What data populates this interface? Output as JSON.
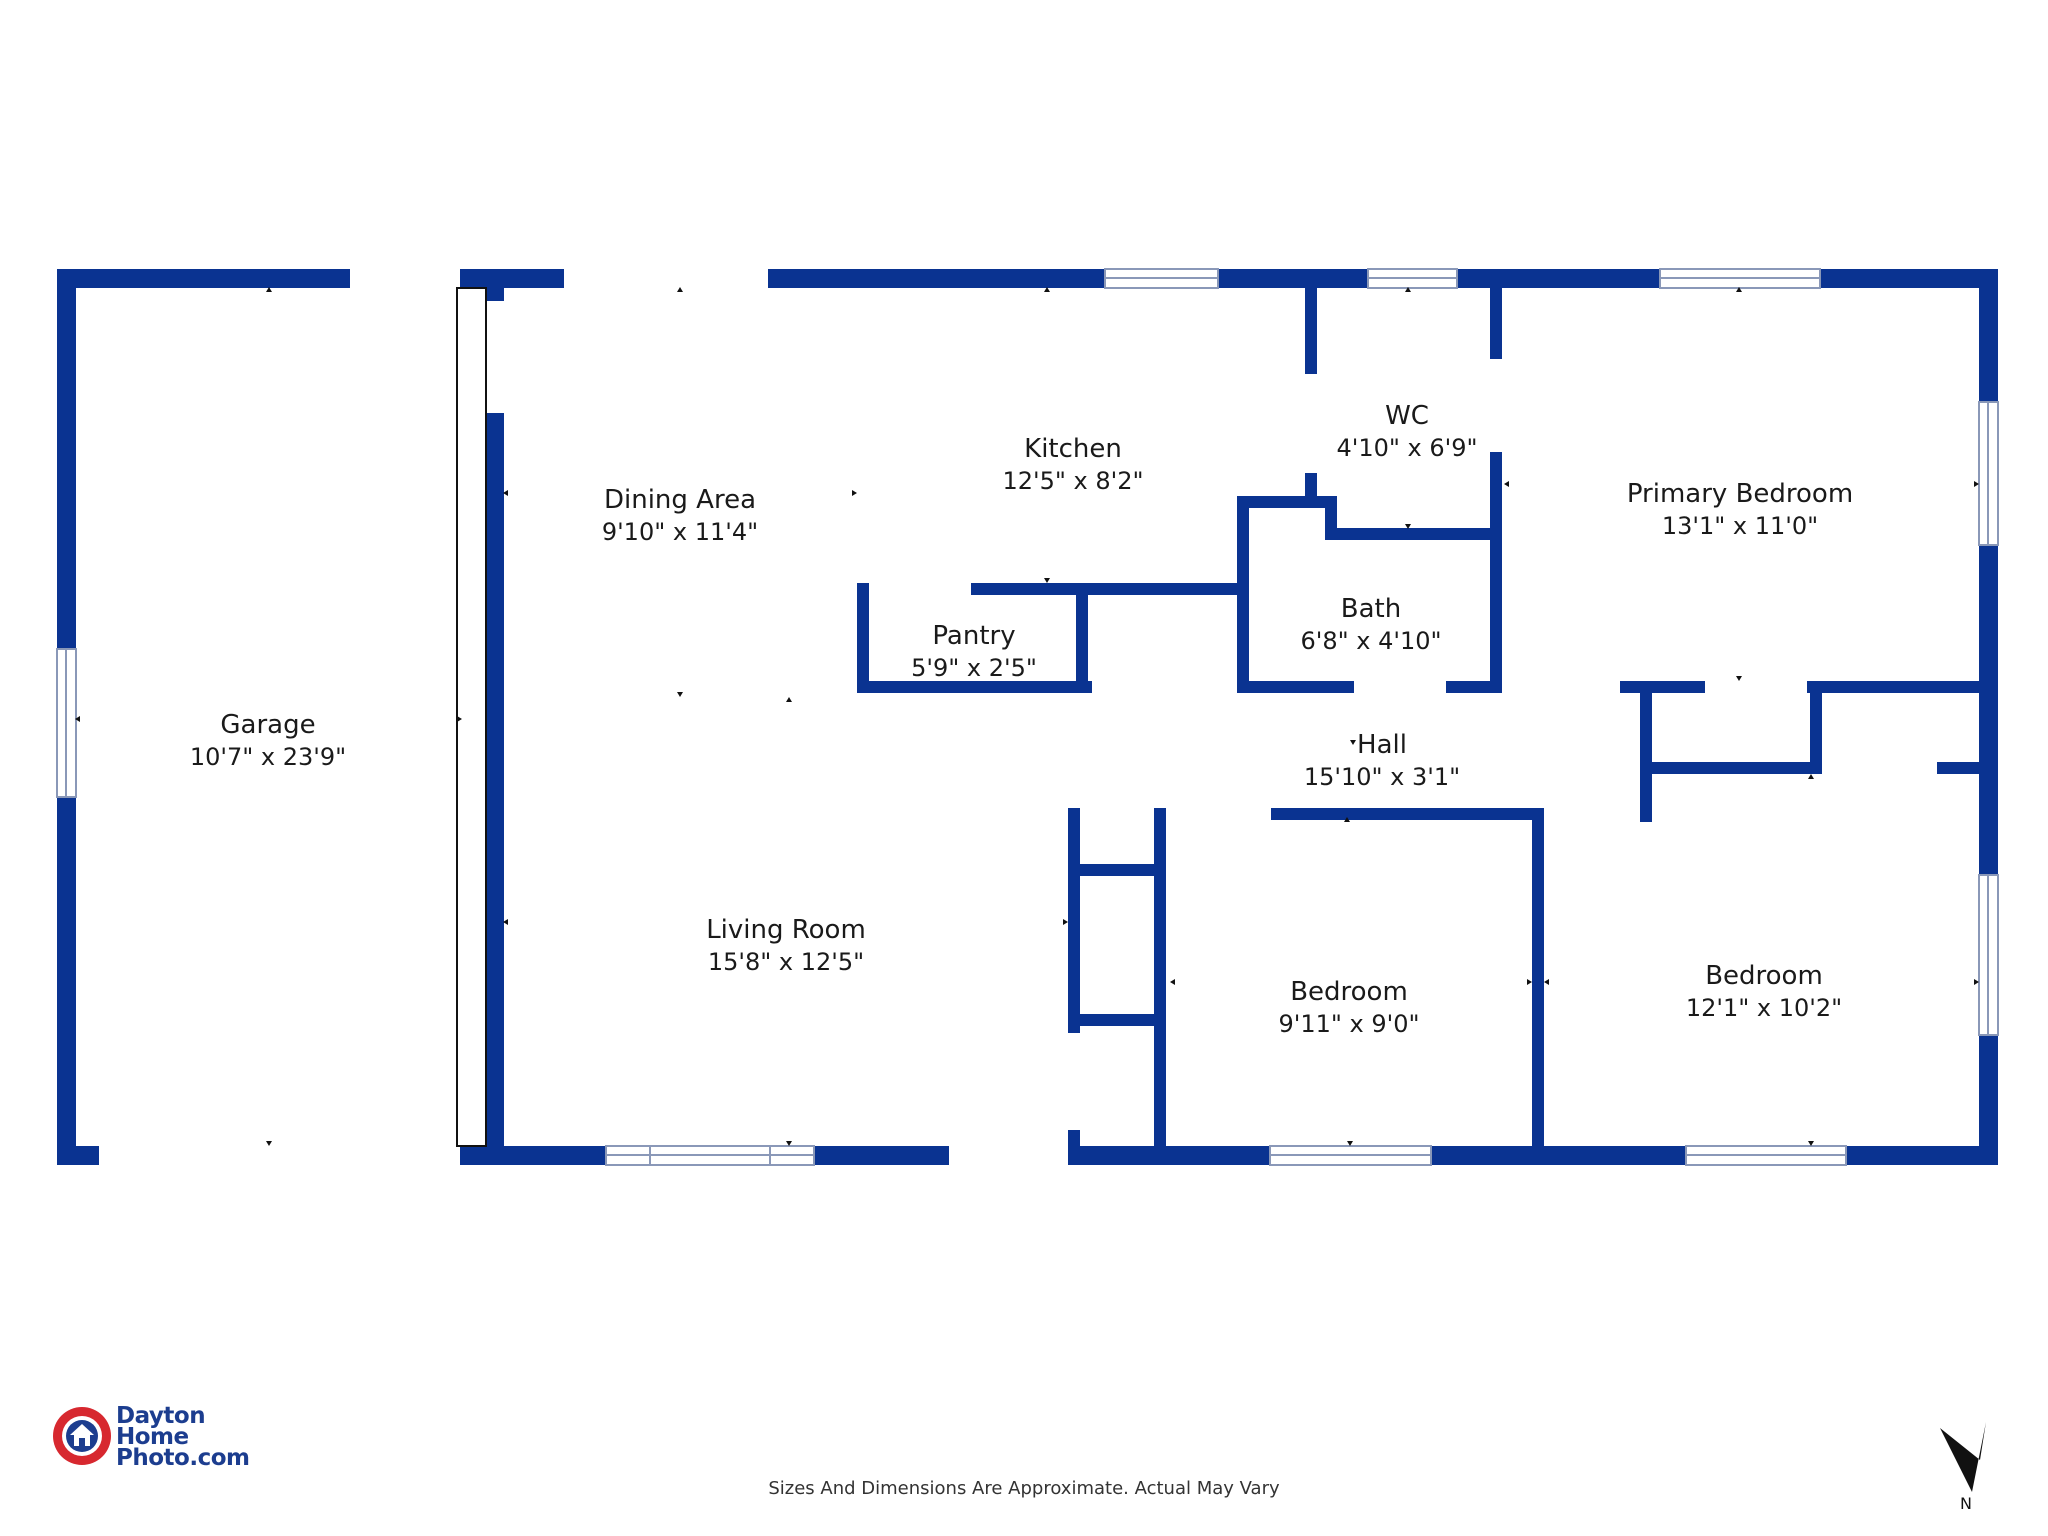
{
  "colors": {
    "wall": "#0a3391",
    "window_frame": "#8a98b8",
    "background": "#ffffff",
    "logo_red": "#d7282f",
    "logo_blue": "#1c3d8f"
  },
  "rooms": {
    "garage": {
      "name": "Garage",
      "dims": "10'7\" x 23'9\""
    },
    "dining": {
      "name": "Dining Area",
      "dims": "9'10\" x 11'4\""
    },
    "kitchen": {
      "name": "Kitchen",
      "dims": "12'5\" x 8'2\""
    },
    "wc": {
      "name": "WC",
      "dims": "4'10\" x 6'9\""
    },
    "primary_bedroom": {
      "name": "Primary Bedroom",
      "dims": "13'1\" x 11'0\""
    },
    "pantry": {
      "name": "Pantry",
      "dims": "5'9\" x 2'5\""
    },
    "bath": {
      "name": "Bath",
      "dims": "6'8\" x 4'10\""
    },
    "hall": {
      "name": "Hall",
      "dims": "15'10\" x 3'1\""
    },
    "living_room": {
      "name": "Living Room",
      "dims": "15'8\" x 12'5\""
    },
    "bedroom_1": {
      "name": "Bedroom",
      "dims": "9'11\" x 9'0\""
    },
    "bedroom_2": {
      "name": "Bedroom",
      "dims": "12'1\" x 10'2\""
    }
  },
  "logo": {
    "line1": "Dayton",
    "line2": "Home",
    "line3": "Photo.com",
    "icon": "house-camera-icon"
  },
  "footer": {
    "disclaimer": "Sizes And Dimensions Are Approximate. Actual May Vary"
  },
  "compass": {
    "label": "N",
    "icon": "north-arrow-icon"
  }
}
